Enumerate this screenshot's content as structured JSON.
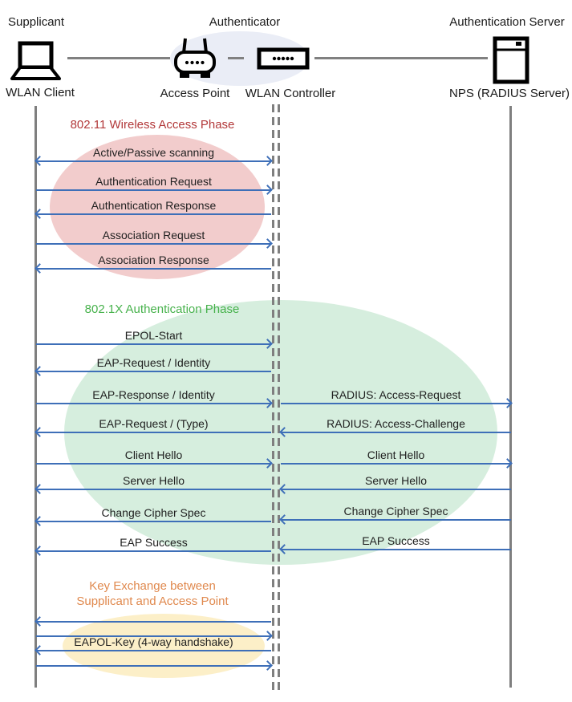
{
  "actors": {
    "supplicant": {
      "role_label": "Supplicant",
      "device_label": "WLAN Client",
      "icon": "laptop-icon"
    },
    "authenticator": {
      "role_label": "Authenticator",
      "access_point_label": "Access Point",
      "wlan_controller_label": "WLAN Controller"
    },
    "authentication_server": {
      "role_label": "Authentication Server",
      "device_label": "NPS (RADIUS Server)",
      "icon": "server-icon"
    }
  },
  "phases": [
    {
      "title": "802.11 Wireless Access Phase",
      "title_color": "#B23839",
      "ellipse_color": "#F2CCCC"
    },
    {
      "title": "802.1X Authentication Phase",
      "title_color": "#47B24C",
      "ellipse_color": "#D6EEDE"
    },
    {
      "title": "Key Exchange between Supplicant and Access Point",
      "title_line1": "Key Exchange between",
      "title_line2": "Supplicant and Access Point",
      "title_color": "#E0894E",
      "ellipse_color": "#FCEFC8"
    }
  ],
  "colors": {
    "arrow": "#3E6FB8",
    "lifeline": "#7F7F7F",
    "authenticator_ellipse": "#EAEDF6"
  },
  "messages": {
    "left": [
      {
        "label": "Active/Passive scanning",
        "direction": "both"
      },
      {
        "label": "Authentication Request",
        "direction": "right"
      },
      {
        "label": "Authentication Response",
        "direction": "left"
      },
      {
        "label": "Association Request",
        "direction": "right"
      },
      {
        "label": "Association Response",
        "direction": "left"
      },
      {
        "label": "EPOL-Start",
        "direction": "right"
      },
      {
        "label": "EAP-Request / Identity",
        "direction": "left"
      },
      {
        "label": "EAP-Response / Identity",
        "direction": "right"
      },
      {
        "label": "EAP-Request / (Type)",
        "direction": "left"
      },
      {
        "label": "Client Hello",
        "direction": "right"
      },
      {
        "label": "Server Hello",
        "direction": "left"
      },
      {
        "label": "Change Cipher Spec",
        "direction": "left"
      },
      {
        "label": "EAP Success",
        "direction": "left"
      },
      {
        "label": "",
        "direction": "left"
      },
      {
        "label": "",
        "direction": "right"
      },
      {
        "label": "EAPOL-Key (4-way handshake)",
        "direction": "left"
      },
      {
        "label": "",
        "direction": "right"
      }
    ],
    "right": [
      {
        "label": "RADIUS: Access-Request",
        "direction": "right"
      },
      {
        "label": "RADIUS: Access-Challenge",
        "direction": "left"
      },
      {
        "label": "Client Hello",
        "direction": "right"
      },
      {
        "label": "Server Hello",
        "direction": "left"
      },
      {
        "label": "Change Cipher Spec",
        "direction": "left"
      },
      {
        "label": "EAP Success",
        "direction": "left"
      }
    ]
  }
}
